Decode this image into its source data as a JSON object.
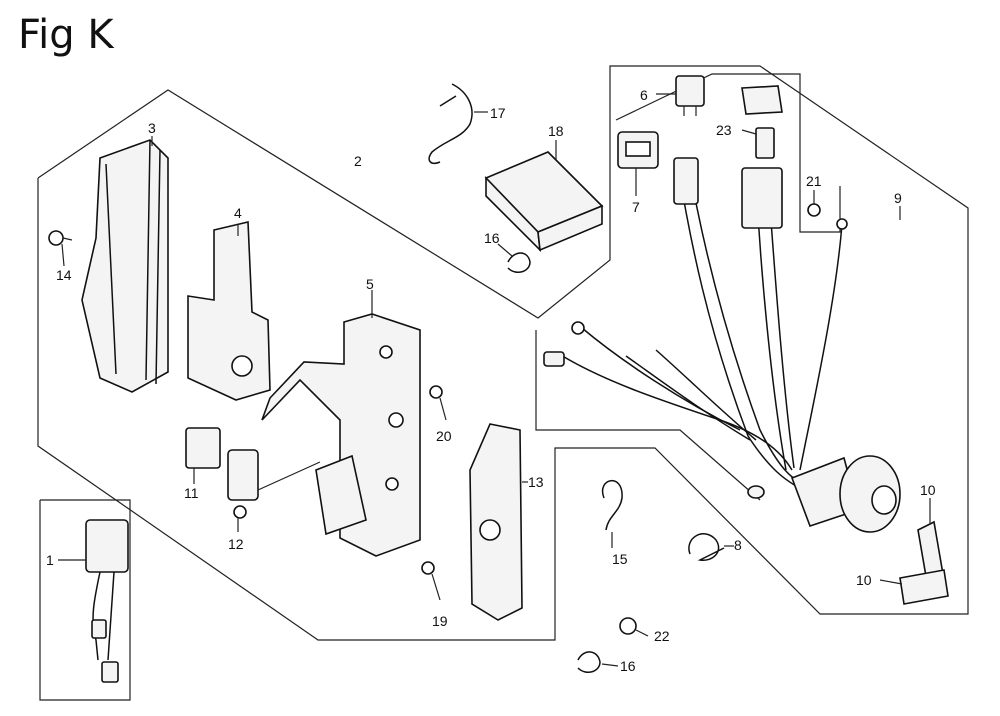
{
  "figure": {
    "title": "Fig K"
  },
  "labels": {
    "p1": "1",
    "p2": "2",
    "p3": "3",
    "p4": "4",
    "p5": "5",
    "p6": "6",
    "p7": "7",
    "p8": "8",
    "p9": "9",
    "p10a": "10",
    "p10b": "10",
    "p11": "11",
    "p12": "12",
    "p13": "13",
    "p14": "14",
    "p15": "15",
    "p16a": "16",
    "p16b": "16",
    "p17": "17",
    "p18": "18",
    "p19": "19",
    "p20": "20",
    "p21": "21",
    "p22": "22",
    "p23": "23"
  }
}
